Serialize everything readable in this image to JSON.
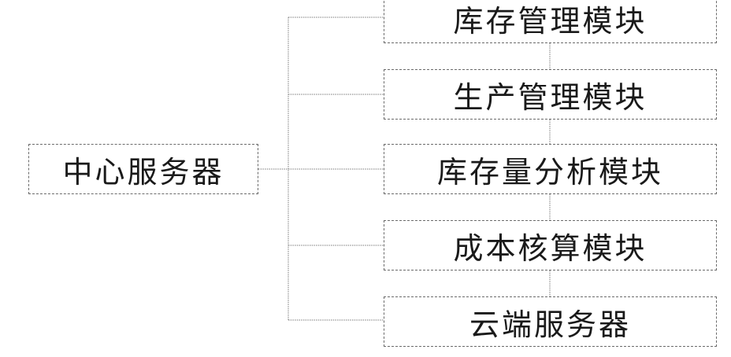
{
  "diagram": {
    "center_node": {
      "label": "中心服务器"
    },
    "modules": [
      {
        "label": "库存管理模块"
      },
      {
        "label": "生产管理模块"
      },
      {
        "label": "库存量分析模块"
      },
      {
        "label": "成本核算模块"
      },
      {
        "label": "云端服务器"
      }
    ]
  }
}
